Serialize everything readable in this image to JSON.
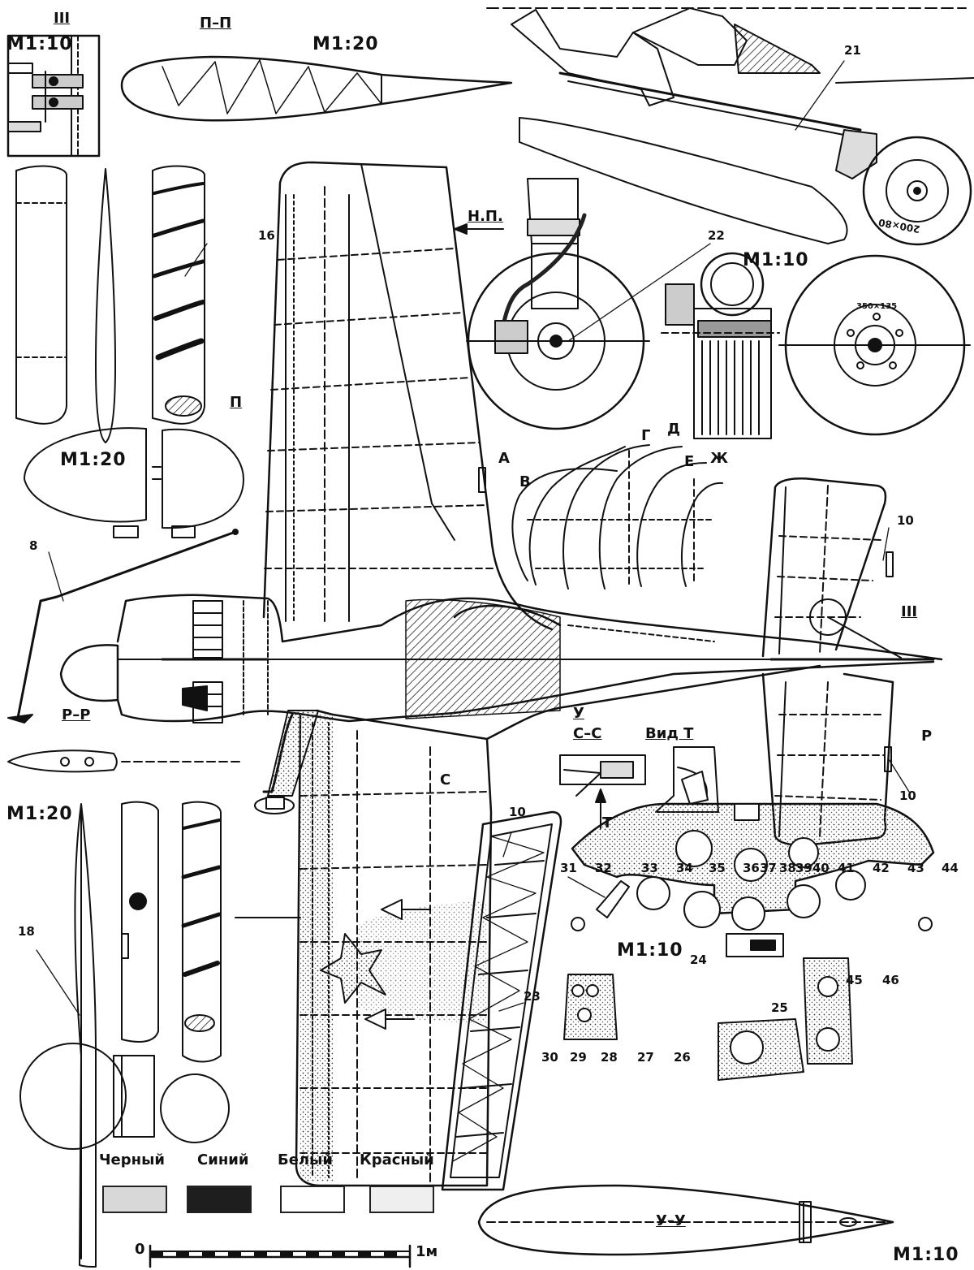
{
  "scales": {
    "detail_iii": "М1:10",
    "profile_pp": "М1:20",
    "spinner": "М1:20",
    "landing_gear": "М1:10",
    "propeller_front": "М1:20",
    "instrument_panel": "М1:10",
    "canopy_uu": "М1:10"
  },
  "views": {
    "iii_top": "III",
    "iii_side": "III",
    "pp": "П–П",
    "p_marker": "П",
    "np": "Н.П.",
    "rr": "Р–Р",
    "r_marker": "Р",
    "cc": "С–С",
    "c_marker": "С",
    "vid_t": "Вид Т",
    "t_marker": "Т",
    "u_marker": "У",
    "uu": "У–У"
  },
  "ribs": [
    "А",
    "В",
    "Г",
    "Д",
    "Е",
    "Ж"
  ],
  "callouts": {
    "c8": "8",
    "c10a": "10",
    "c10b": "10",
    "c10c": "10",
    "c16": "16",
    "c18": "18",
    "c21": "21",
    "c22": "22",
    "c23": "23",
    "c24": "24",
    "c25": "25",
    "c26": "26",
    "c27": "27",
    "c28": "28",
    "c29": "29",
    "c30": "30",
    "c31": "31",
    "c32": "32",
    "c33": "33",
    "c34": "34",
    "c35": "35",
    "c36": "36",
    "c37": "37",
    "c38": "38",
    "c3940": "3940",
    "c41": "41",
    "c42": "42",
    "c43": "43",
    "c44": "44",
    "c45": "45",
    "c46": "46"
  },
  "tire_text": {
    "tail_wheel": "200×80",
    "main_wheel": "350×135"
  },
  "legend": [
    {
      "label": "Черный",
      "color": "#d8d8d8"
    },
    {
      "label": "Синий",
      "color": "#1e1e1e"
    },
    {
      "label": "Белый",
      "color": "#ffffff"
    },
    {
      "label": "Красный",
      "color": "#efefef"
    }
  ],
  "scale_bar": {
    "start": "0",
    "end": "1м"
  }
}
